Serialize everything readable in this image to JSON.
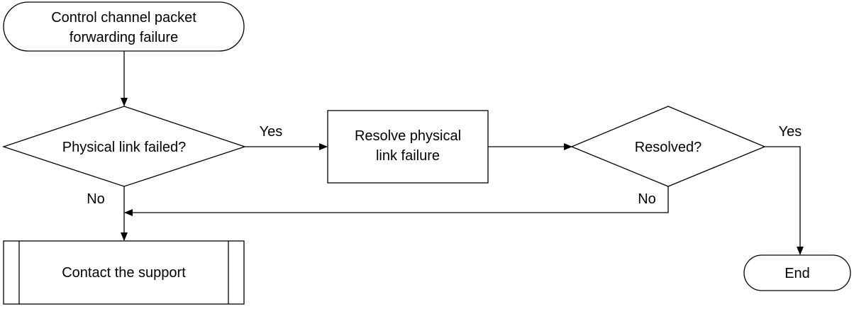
{
  "diagram": {
    "start": {
      "line1": "Control channel packet",
      "line2": "forwarding failure"
    },
    "decision_physical": {
      "label": "Physical link failed?"
    },
    "process_resolve": {
      "line1": "Resolve physical",
      "line2": "link failure"
    },
    "decision_resolved": {
      "label": "Resolved?"
    },
    "subprocess_support": {
      "label": "Contact the support"
    },
    "end": {
      "label": "End"
    },
    "edges": {
      "physical_yes": "Yes",
      "physical_no": "No",
      "resolved_yes": "Yes",
      "resolved_no": "No"
    }
  }
}
